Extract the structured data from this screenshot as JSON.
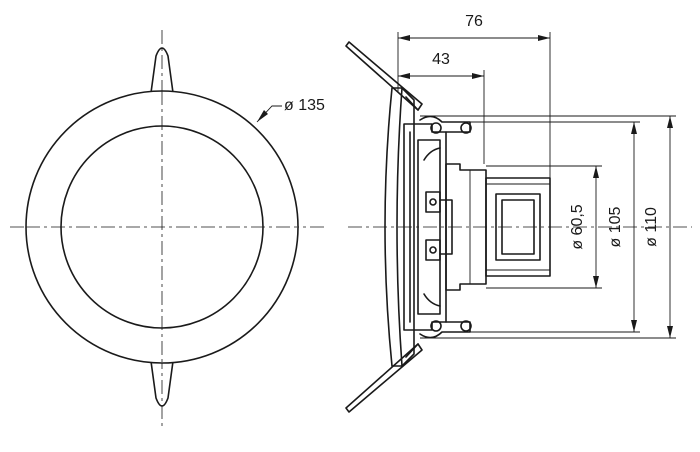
{
  "drawing": {
    "front_view": {
      "diameter_label": "ø 135"
    },
    "side_view": {
      "depth_total_label": "76",
      "depth_magnet_label": "43",
      "diameter_magnet_label": "ø 60,5",
      "diameter_cutout_label": "ø 105",
      "diameter_body_label": "ø 110"
    }
  },
  "colors": {
    "line": "#1a1a1a",
    "background": "#ffffff"
  }
}
